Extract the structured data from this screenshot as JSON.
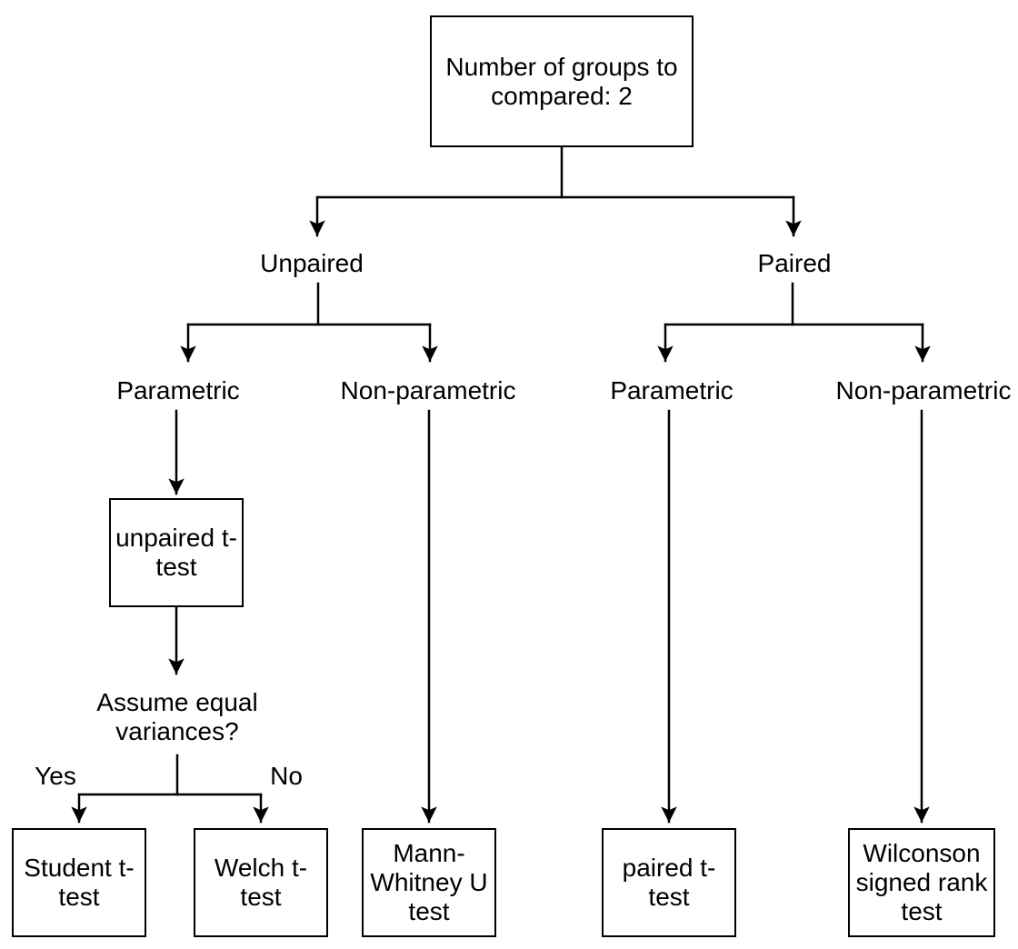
{
  "diagram": {
    "root": {
      "label": "Number of groups to compared: 2"
    },
    "branches": {
      "unpaired": {
        "label": "Unpaired",
        "parametric_label": "Parametric",
        "nonparametric_label": "Non-parametric"
      },
      "paired": {
        "label": "Paired",
        "parametric_label": "Parametric",
        "nonparametric_label": "Non-parametric"
      }
    },
    "decision": {
      "label": "Assume equal variances?",
      "yes_label": "Yes",
      "no_label": "No"
    },
    "tests": {
      "unpaired_ttest": "unpaired t-test",
      "student_ttest": "Student t-test",
      "welch_ttest": "Welch t-test",
      "mann_whitney": "Mann-Whitney U test",
      "paired_ttest": "paired t-test",
      "wilcoxon": "Wilconson signed rank test"
    },
    "colors": {
      "line": "#000000",
      "text": "#000000",
      "background": "#ffffff",
      "box_fill": "#ffffff"
    }
  }
}
